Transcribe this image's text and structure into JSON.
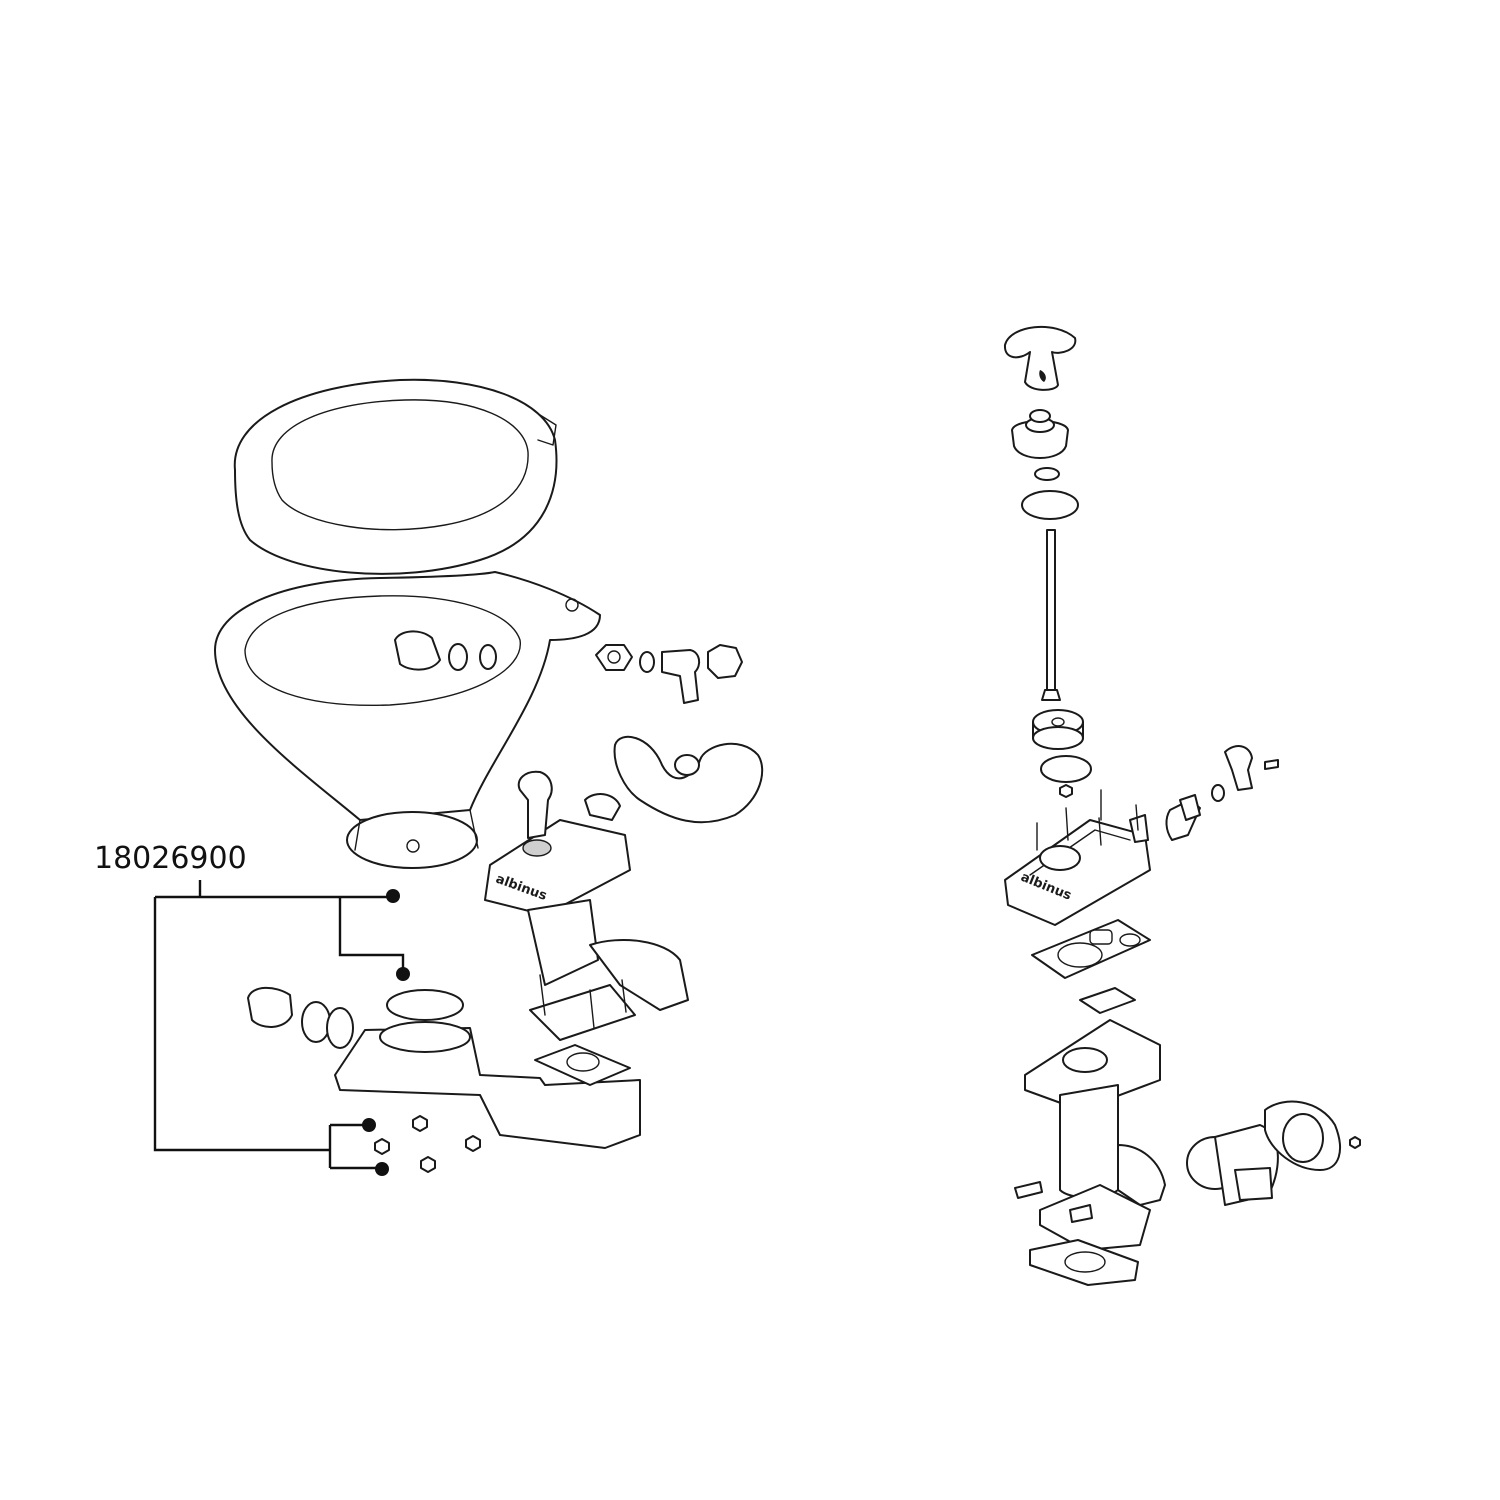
{
  "callout": {
    "part_number": "18026900"
  },
  "brand_labels": {
    "assembly_left": "albinus",
    "assembly_right": "albinus"
  },
  "colors": {
    "line": "#1a1a1a",
    "background": "#ffffff"
  }
}
